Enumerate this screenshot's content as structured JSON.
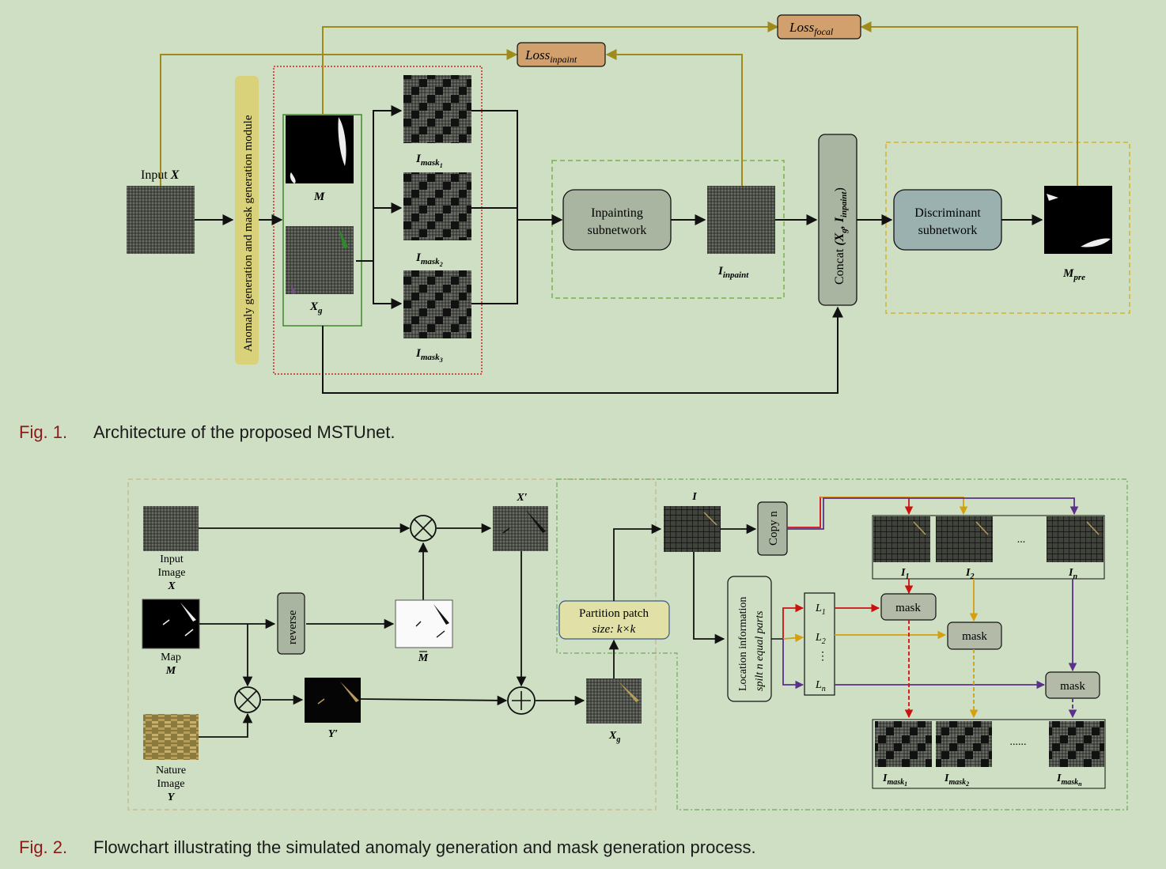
{
  "colors": {
    "background": "#cfdfc3",
    "loss_arrow": "#a08a1a",
    "loss_box": "#d1a06c",
    "yellow_module": "#d9d27a",
    "gray_box": "#a9b5a0",
    "blue_box": "#9ab1b0",
    "concat_box": "#a9b5a0",
    "partition_box": "#e1e0a6",
    "mask_box": "#b3baa8",
    "red": "#cc1111",
    "gold": "#d4a010",
    "purple": "#5b2f8a",
    "green_frame": "#3e8a2a",
    "red_frame": "#d22020",
    "yellow_frame": "#d4b030"
  },
  "fig1": {
    "loss_focal": "Loss",
    "loss_focal_sub": "focal",
    "loss_inpaint": "Loss",
    "loss_inpaint_sub": "inpaint",
    "input_label": "Input",
    "input_var": "X",
    "module_label": "Anomaly generation and mask generation module",
    "m_label": "M",
    "xg_label": "X",
    "xg_sub": "g",
    "imask1": "I",
    "imask1_sub": "mask",
    "imask1_idx": "1",
    "imask2": "I",
    "imask2_sub": "mask",
    "imask2_idx": "2",
    "imask3": "I",
    "imask3_sub": "mask",
    "imask3_idx": "3",
    "inpainting_l1": "Inpainting",
    "inpainting_l2": "subnetwork",
    "iinpaint": "I",
    "iinpaint_sub": "inpaint",
    "concat_label": "Concat",
    "concat_args": "(X",
    "concat_args_sub": "g",
    "concat_args2": ", I",
    "concat_args2_sub": "inpaint",
    "concat_close": ")",
    "discriminant_l1": "Discriminant",
    "discriminant_l2": "subnetwork",
    "mpre": "M",
    "mpre_sub": "pre"
  },
  "fig2": {
    "input_l1": "Input",
    "input_l2": "Image",
    "input_l3": "X",
    "map_l1": "Map",
    "map_l2": "M",
    "nature_l1": "Nature",
    "nature_l2": "Image",
    "nature_l3": "Y",
    "reverse": "reverse",
    "mbar": "M",
    "xprime": "X′",
    "yprime": "Y′",
    "xg": "X",
    "xg_sub": "g",
    "partition_l1": "Partition patch",
    "partition_l2": "size: k×k",
    "i_label": "I",
    "copy": "Copy n",
    "location_l1": "Location information",
    "location_l2": "spilt n equal parts",
    "l1": "L",
    "l1_sub": "1",
    "l2": "L",
    "l2_sub": "2",
    "ldots": "⋮",
    "ln": "L",
    "ln_sub": "n",
    "i1": "I",
    "i1_sub": "1",
    "i2": "I",
    "i2_sub": "2",
    "in": "I",
    "in_sub": "n",
    "dots_top": "...",
    "mask": "mask",
    "dots_bottom": "......",
    "im1": "I",
    "im1_sub": "mask",
    "im1_idx": "1",
    "im2": "I",
    "im2_sub": "mask",
    "im2_idx": "2",
    "imn": "I",
    "imn_sub": "mask",
    "imn_idx": "n"
  },
  "captions": {
    "fig1_num": "Fig. 1.",
    "fig1_text": "Architecture of the proposed MSTUnet.",
    "fig2_num": "Fig. 2.",
    "fig2_text": "Flowchart illustrating the simulated anomaly generation and mask generation process."
  }
}
